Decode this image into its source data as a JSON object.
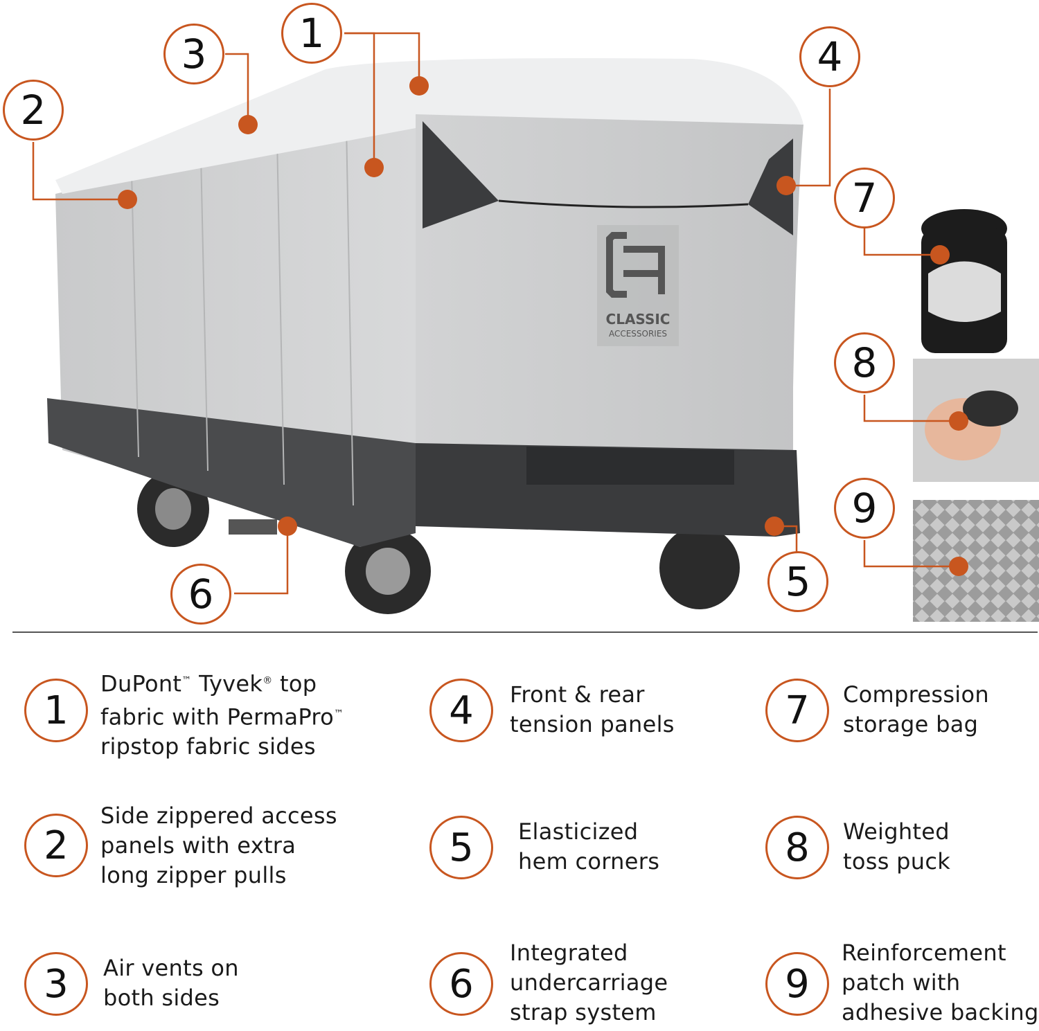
{
  "accent_color": "#c8561f",
  "logo": {
    "brand": "CLASSIC",
    "sub": "ACCESSORIES",
    "mark": "CA"
  },
  "callouts": [
    "1",
    "2",
    "3",
    "4",
    "5",
    "6",
    "7",
    "8",
    "9"
  ],
  "features": [
    {
      "num": "1",
      "line1_a": "DuPont",
      "tm1": "™",
      "line1_b": " Tyvek",
      "tm2": "®",
      "line1_c": " top",
      "line2": "fabric with PermaPro",
      "tm3": "™",
      "line3": "ripstop fabric sides"
    },
    {
      "num": "2",
      "text": "Side zippered access\npanels with extra\nlong zipper pulls"
    },
    {
      "num": "3",
      "text": "Air vents on\nboth sides"
    },
    {
      "num": "4",
      "text": "Front & rear\ntension panels"
    },
    {
      "num": "5",
      "text": "Elasticized\nhem corners"
    },
    {
      "num": "6",
      "text": "Integrated\nundercarriage\nstrap system"
    },
    {
      "num": "7",
      "text": "Compression\nstorage bag"
    },
    {
      "num": "8",
      "text": "Weighted\ntoss puck"
    },
    {
      "num": "9",
      "text": "Reinforcement\npatch with\nadhesive backing"
    }
  ]
}
